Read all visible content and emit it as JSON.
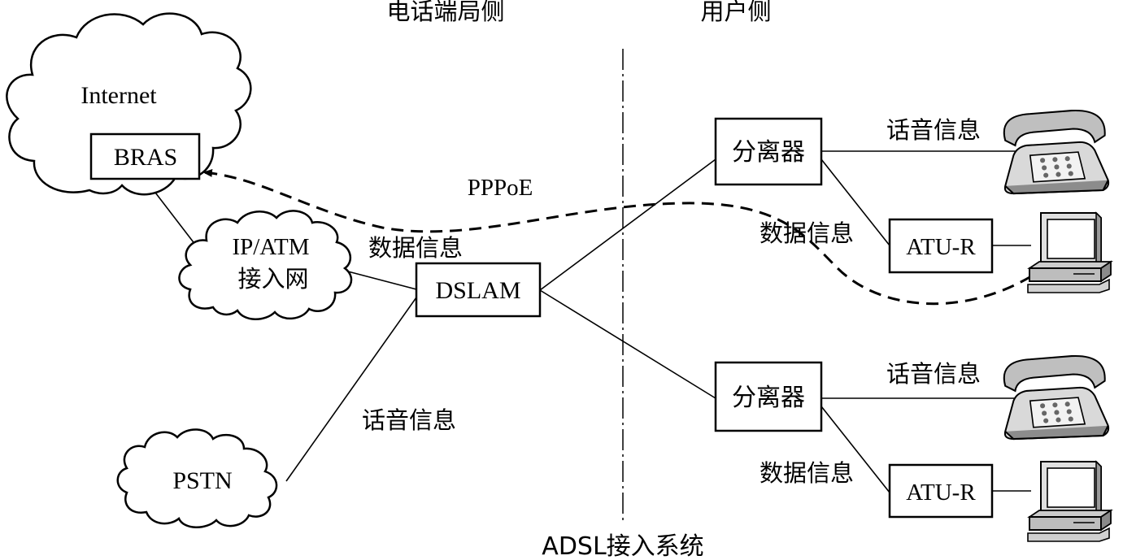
{
  "headers": {
    "exchange_side": "电话端局侧",
    "user_side": "用户侧"
  },
  "caption": "ADSL接入系统",
  "clouds": {
    "internet": "Internet",
    "ip_atm_line1": "IP/ATM",
    "ip_atm_line2": "接入网",
    "pstn": "PSTN"
  },
  "nodes": {
    "bras": "BRAS",
    "dslam": "DSLAM",
    "splitter_top": "分离器",
    "splitter_bottom": "分离器",
    "atu_r_top": "ATU-R",
    "atu_r_bottom": "ATU-R"
  },
  "edge_labels": {
    "pppoe": "PPPoE",
    "data_info_left": "数据信息",
    "voice_info_left": "话音信息",
    "voice_info_top": "话音信息",
    "data_info_top": "数据信息",
    "voice_info_bottom": "话音信息",
    "data_info_bottom": "数据信息"
  },
  "icons": {
    "phone_top": "telephone-icon",
    "computer_top": "computer-icon",
    "phone_bottom": "telephone-icon",
    "computer_bottom": "computer-icon"
  }
}
